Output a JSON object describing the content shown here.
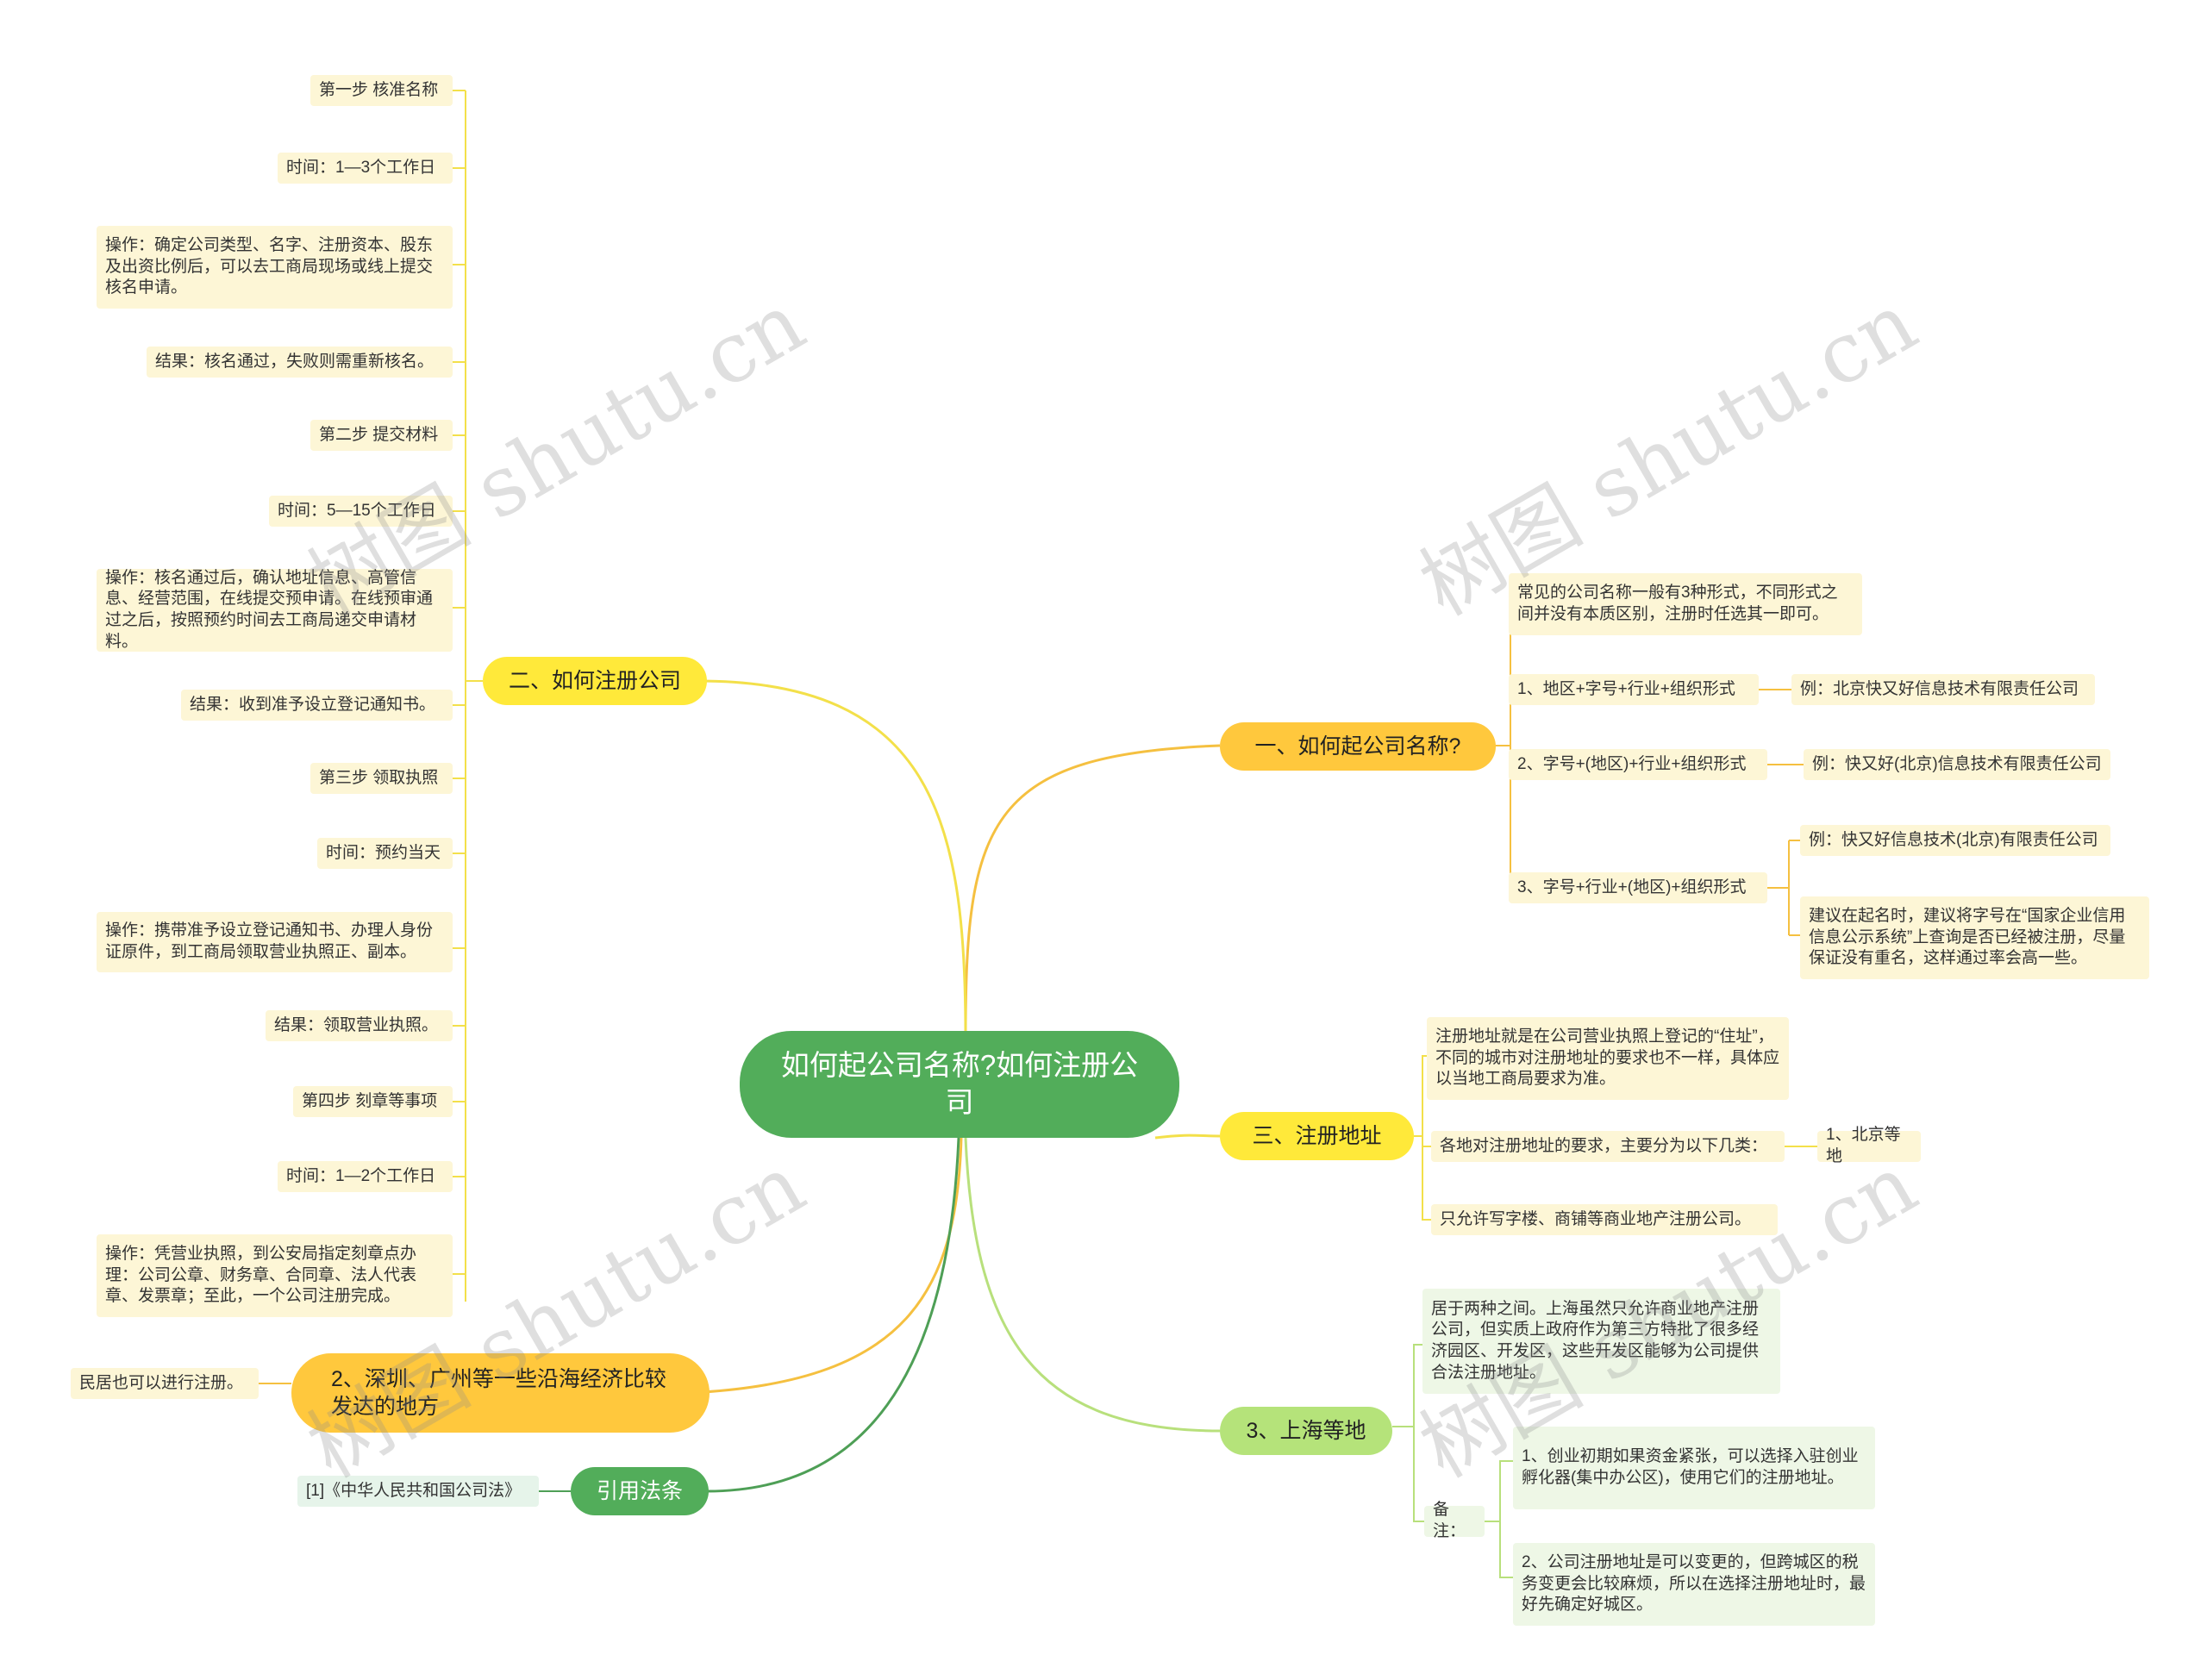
{
  "root": {
    "title": "如何起公司名称?如何注册公司"
  },
  "branches": {
    "name": {
      "label": "一、如何起公司名称?",
      "intro": "常见的公司名称一般有3种形式，不同形式之间并没有本质区别，注册时任选其一即可。",
      "form1": "1、地区+字号+行业+组织形式",
      "form1_example": "例：北京快又好信息技术有限责任公司",
      "form2": "2、字号+(地区)+行业+组织形式",
      "form2_example": "例：快又好(北京)信息技术有限责任公司",
      "form3": "3、字号+行业+(地区)+组织形式",
      "form3_example": "例：快又好信息技术(北京)有限责任公司",
      "form3_advice": "建议在起名时，建议将字号在“国家企业信用信息公示系统”上查询是否已经被注册，尽量保证没有重名，这样通过率会高一些。"
    },
    "register": {
      "label": "二、如何注册公司",
      "steps": [
        "第一步 核准名称",
        "时间：1—3个工作日",
        "操作：确定公司类型、名字、注册资本、股东及出资比例后，可以去工商局现场或线上提交核名申请。",
        "结果：核名通过，失败则需重新核名。",
        "第二步 提交材料",
        "时间：5—15个工作日",
        "操作：核名通过后，确认地址信息、高管信息、经营范围，在线提交预申请。在线预审通过之后，按照预约时间去工商局递交申请材料。",
        "结果：收到准予设立登记通知书。",
        "第三步 领取执照",
        "时间：预约当天",
        "操作：携带准予设立登记通知书、办理人身份证原件，到工商局领取营业执照正、副本。",
        "结果：领取营业执照。",
        "第四步 刻章等事项",
        "时间：1—2个工作日",
        "操作：凭营业执照，到公安局指定刻章点办理：公司公章、财务章、合同章、法人代表章、发票章；至此，一个公司注册完成。"
      ]
    },
    "address": {
      "label": "三、注册地址",
      "definition": "注册地址就是在公司营业执照上登记的“住址”，不同的城市对注册地址的要求也不一样，具体应以当地工商局要求为准。",
      "requirements": "各地对注册地址的要求，主要分为以下几类：",
      "beijing": "1、北京等地",
      "commercial_only": "只允许写字楼、商铺等商业地产注册公司。"
    },
    "shenzhen": {
      "label": "2、深圳、广州等一些沿海经济比较发达的地方",
      "note": "民居也可以进行注册。"
    },
    "shanghai": {
      "label": "3、上海等地",
      "between": "居于两种之间。上海虽然只允许商业地产注册公司，但实质上政府作为第三方特批了很多经济园区、开发区，这些开发区能够为公司提供合法注册地址。",
      "remark_label": "备注：",
      "remark1": "1、创业初期如果资金紧张，可以选择入驻创业孵化器(集中办公区)，使用它们的注册地址。",
      "remark2": "2、公司注册地址是可以变更的，但跨城区的税务变更会比较麻烦，所以在选择注册地址时，最好先确定好城区。"
    },
    "law": {
      "label": "引用法条",
      "ref": "[1]《中华人民共和国公司法》"
    }
  },
  "watermark": "树图 shutu.cn",
  "colors": {
    "root": "#52ad5a",
    "yellow": "#ffe93a",
    "orange": "#ffc83d",
    "lightgreen": "#b5e37a",
    "green": "#52ad5a",
    "line_yellow": "#f3e04a",
    "line_orange": "#f5c040",
    "line_lightgreen": "#b8e07c",
    "line_green": "#4e9f56"
  }
}
